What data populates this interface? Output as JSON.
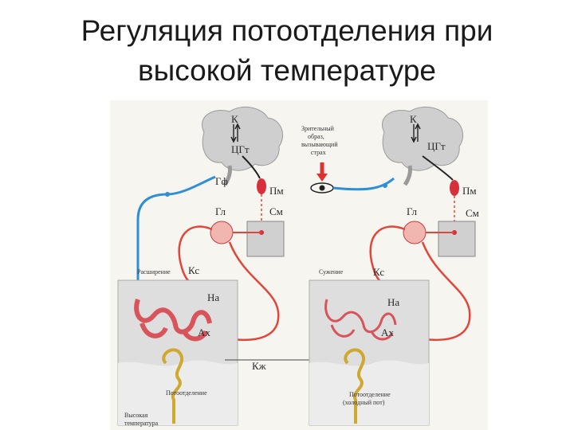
{
  "title": {
    "line1": "Регуляция потоотделения при",
    "line2": "высокой температуре"
  },
  "colors": {
    "nerve": "#e0463a",
    "afferent": "#2f8fd6",
    "brain": "#cfcfcf",
    "gland": "#e8d070",
    "vessel": "#d9535a",
    "skin": "#dedede"
  },
  "labels": {
    "k": "К",
    "cgt": "ЦГт",
    "gf": "Гф",
    "pm": "Пм",
    "gl": "Гл",
    "sm": "См",
    "ks": "Кс",
    "na": "На",
    "ax": "Ах",
    "kzh": "Кж",
    "visual": [
      "Зрительный",
      "образ,",
      "вызывающий",
      "страх"
    ],
    "dilation": "Расширение",
    "constriction": "Сужение",
    "sweat": "Потоотделение",
    "cold_sweat": [
      "Потоотделение",
      "(холодный пот)"
    ],
    "high_temp": [
      "Высокая",
      "температура"
    ]
  }
}
